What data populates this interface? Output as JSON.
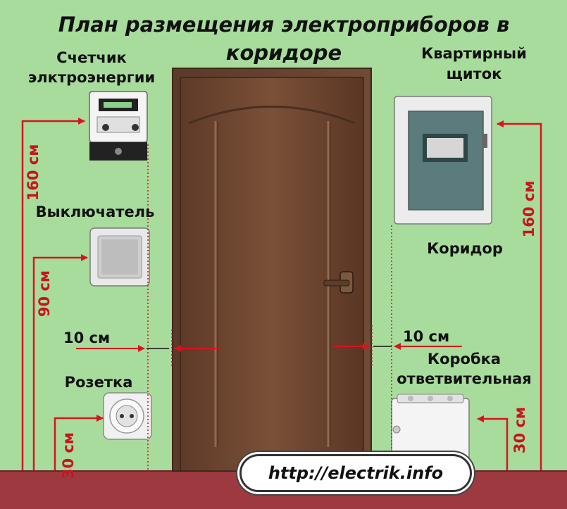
{
  "title_line1": "План размещения электроприборов в",
  "title_line2": "коридоре",
  "labels": {
    "meter_line1": "Счетчик",
    "meter_line2": "элктроэнергии",
    "panel_line1": "Квартирный",
    "panel_line2": "щиток",
    "switch": "Выключатель",
    "corridor": "Коридор",
    "socket": "Розетка",
    "junction_line1": "Коробка",
    "junction_line2": "ответвительная"
  },
  "dimensions": {
    "meter_height": "160 см",
    "switch_height": "90 см",
    "socket_height": "30 см",
    "left_offset": "10 см",
    "right_offset": "10 см",
    "panel_height": "160 см",
    "junction_height": "30 см"
  },
  "url": "http://electrik.info",
  "colors": {
    "background": "#a8dc9c",
    "floor": "#9c3a40",
    "dimension": "#c8141e",
    "door": "#6b4430"
  }
}
